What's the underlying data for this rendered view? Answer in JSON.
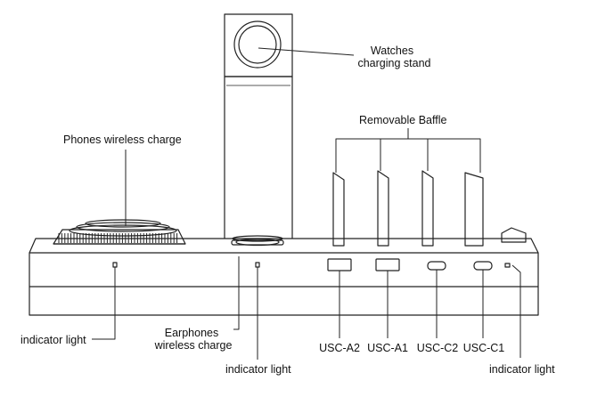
{
  "labels": {
    "watch_stand": [
      "Watches",
      "charging stand"
    ],
    "baffle": "Removable Baffle",
    "phones": "Phones wireless charge",
    "earphones": [
      "Earphones",
      "wireless charge"
    ],
    "indicator": "indicator light",
    "ports": [
      "USC-A2",
      "USC-A1",
      "USC-C2",
      "USC-C1"
    ]
  },
  "colors": {
    "line": "#222222",
    "background": "#ffffff"
  }
}
